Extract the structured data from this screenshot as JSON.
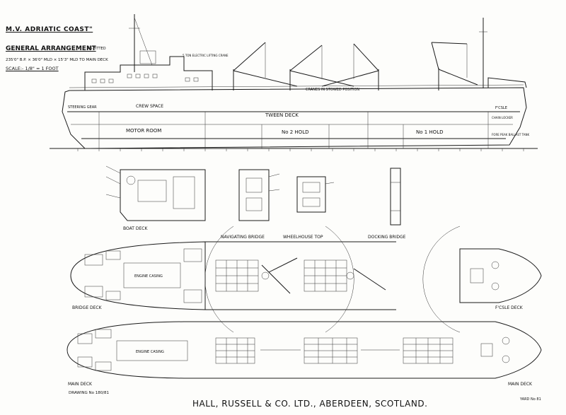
{
  "title_block": {
    "ship_name": "M.V. ADRIATIC COAST\"",
    "drawing_title": "GENERAL ARRANGEMENT",
    "as_fitted": "AS FITTED",
    "dimensions": "235'0\" B.P. × 36'0\" MLD × 15'3\" MLD TO MAIN DECK",
    "scale": "SCALE:- 1/8\" = 1 FOOT"
  },
  "profile_labels": {
    "steering_gear": "STEERING GEAR",
    "crew_space": "CREW SPACE",
    "tween_deck": "TWEEN DECK",
    "motor_room": "MOTOR ROOM",
    "no2_hold": "No 2 HOLD",
    "no1_hold": "No 1 HOLD",
    "fore_peak": "FORE PEAK BALLAST TANK",
    "chain_locker": "CHAIN LOCKER",
    "crane_stowed": "CRANES IN STOWED POSITION",
    "crane_note": "5 TON ELECTRIC LIFTING CRANE",
    "foscle": "F'CSLE"
  },
  "plan_titles": {
    "boat_deck": "BOAT DECK",
    "navigating_bridge": "NAVIGATING BRIDGE",
    "wheelhouse_top": "WHEELHOUSE TOP",
    "docking_bridge": "DOCKING BRIDGE",
    "bridge_deck": "BRIDGE DECK",
    "foscle_deck": "F'CSLE DECK",
    "main_deck_left": "MAIN DECK",
    "main_deck_right": "MAIN DECK",
    "engine_casing_1": "ENGINE CASING",
    "engine_casing_2": "ENGINE CASING"
  },
  "footer": {
    "drawing_no": "DRAWING No 180/81",
    "builder": "HALL, RUSSELL & CO. LTD., ABERDEEN, SCOTLAND.",
    "yard_no": "YARD No 81"
  }
}
